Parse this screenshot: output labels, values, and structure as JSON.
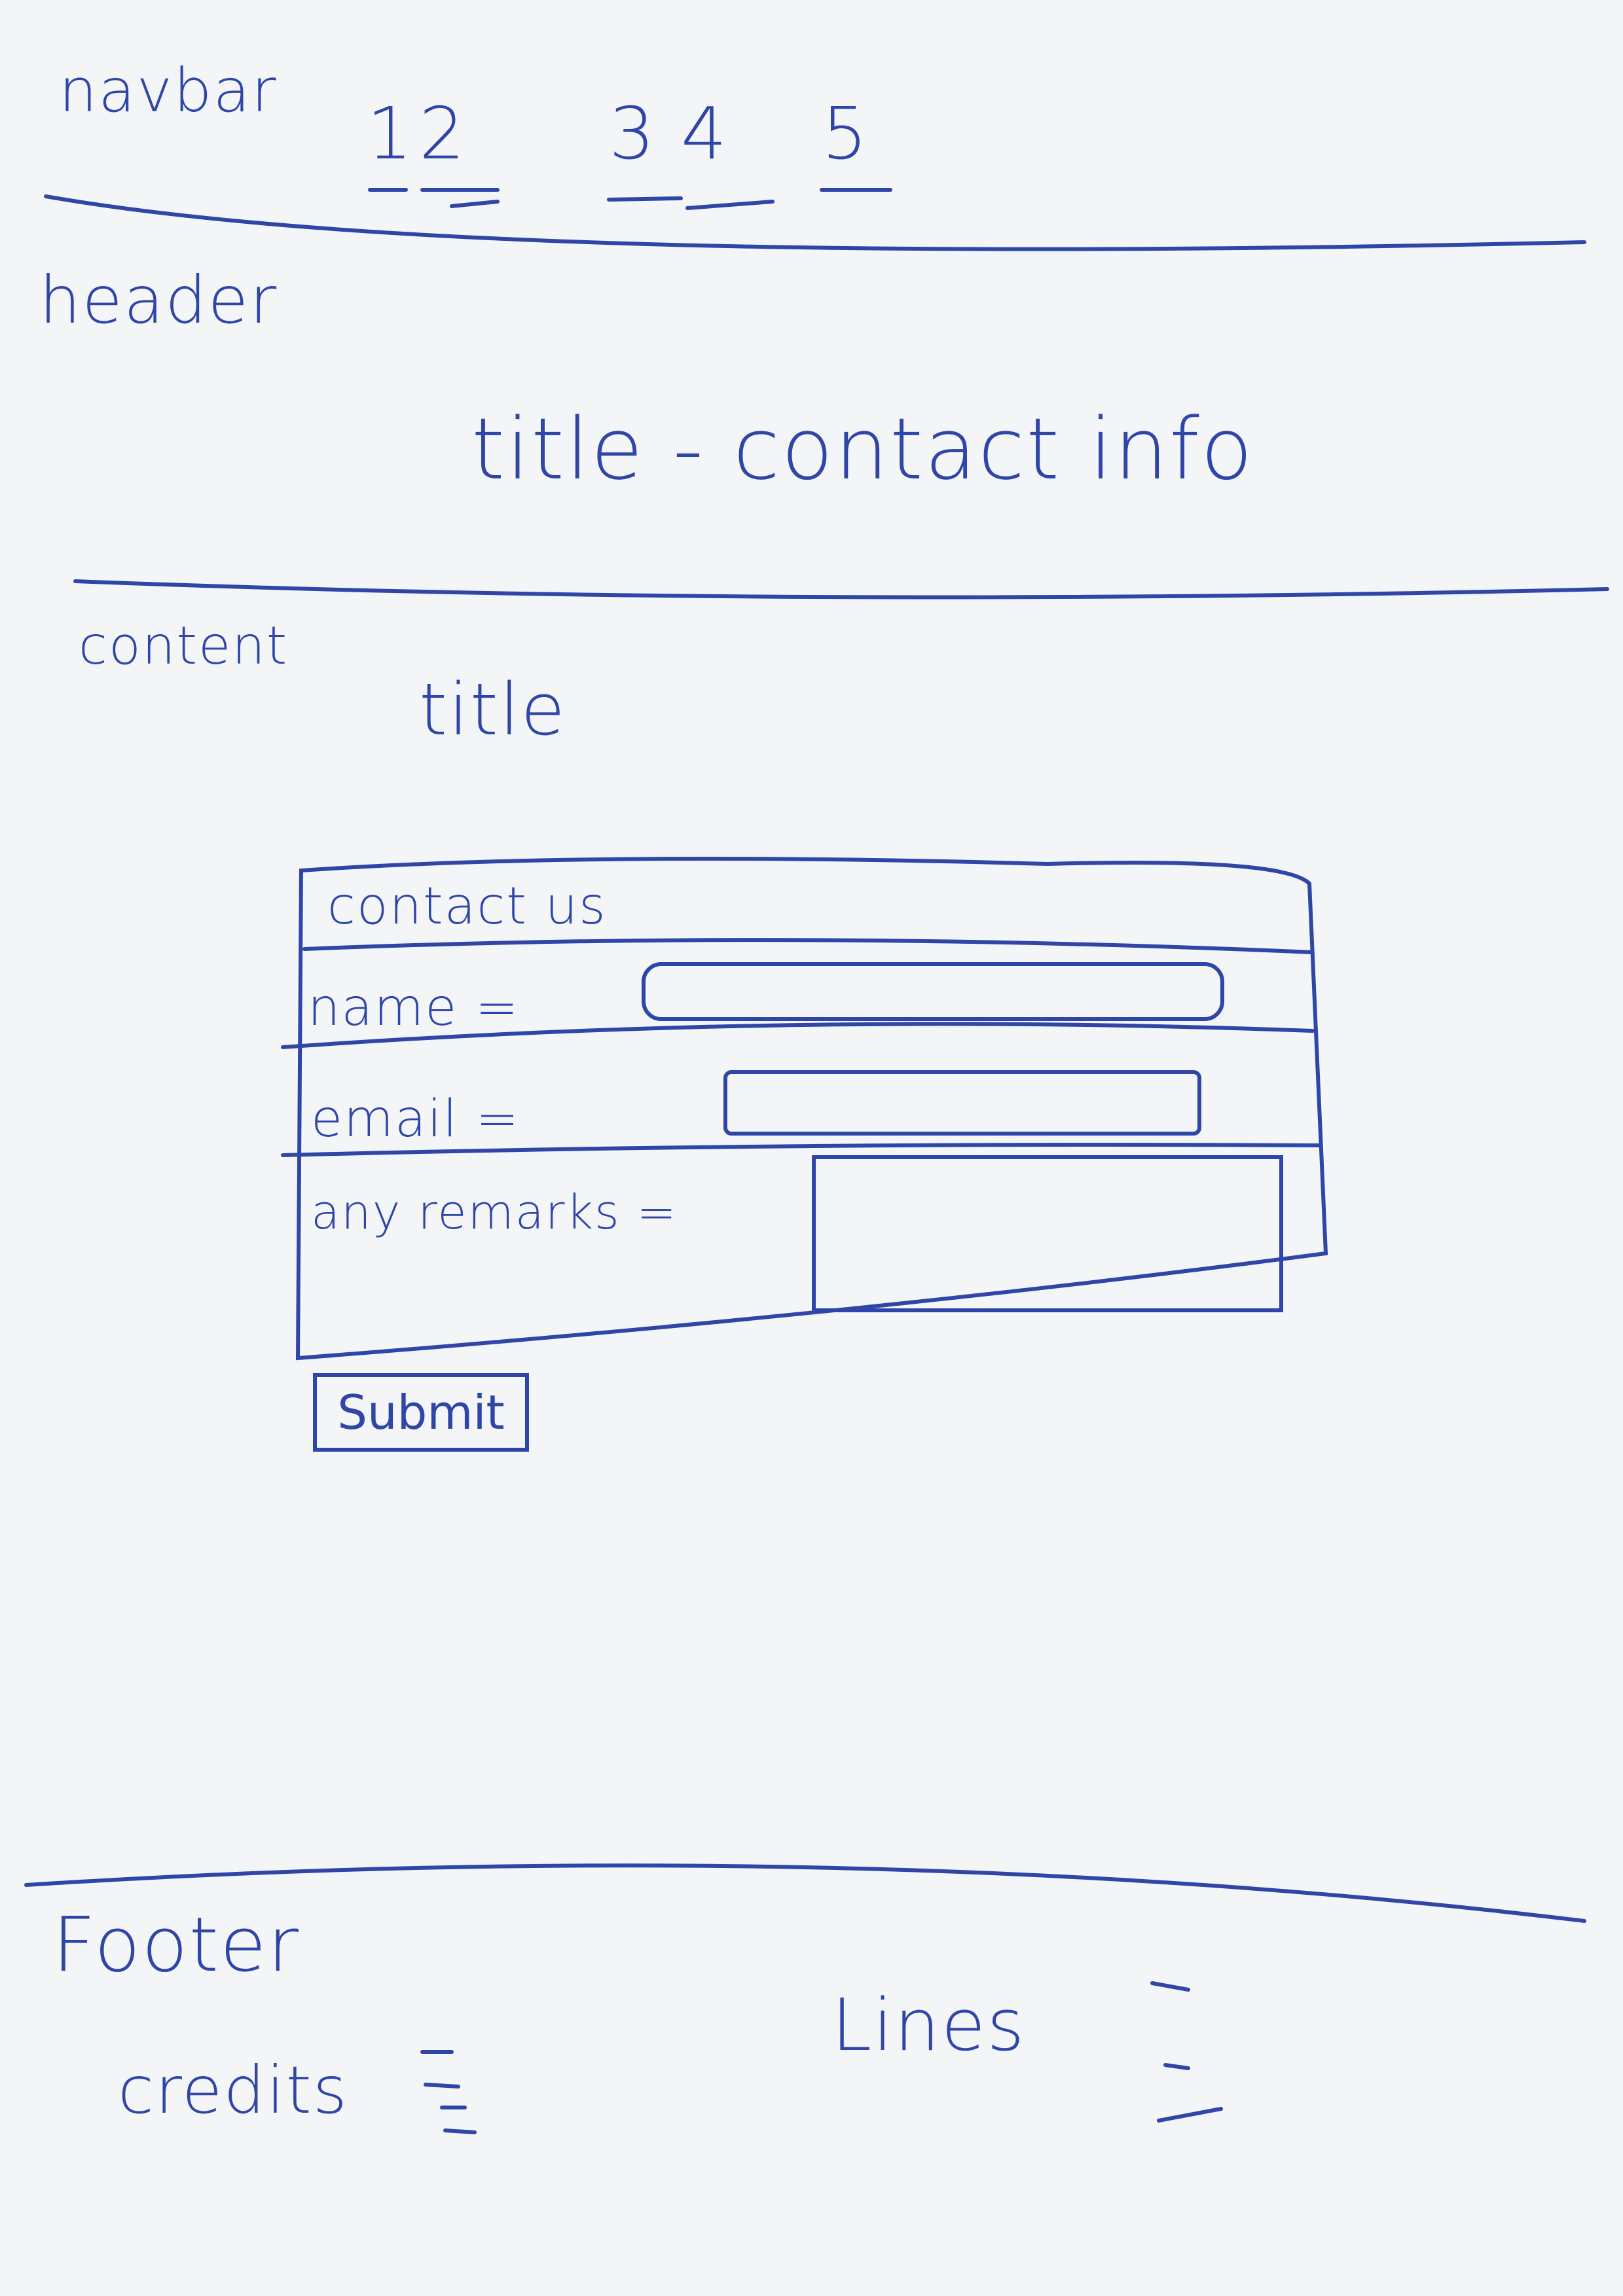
{
  "navbar": {
    "label": "navbar",
    "items": [
      {
        "label": "1"
      },
      {
        "label": "2"
      },
      {
        "label": "3"
      },
      {
        "label": "4"
      },
      {
        "label": "5"
      }
    ]
  },
  "header": {
    "label": "header",
    "title": "title - contact info"
  },
  "content": {
    "label": "content",
    "title": "title",
    "form": {
      "legend": "contact us",
      "name_label": "name =",
      "email_label": "email =",
      "remarks_label": "any remarks =",
      "submit_label": "Submit"
    }
  },
  "footer": {
    "label": "Footer",
    "credits_label": "credits",
    "lines_label": "Lines"
  },
  "colors": {
    "ink": "#2f46a8",
    "paper": "#f4f5f7"
  }
}
